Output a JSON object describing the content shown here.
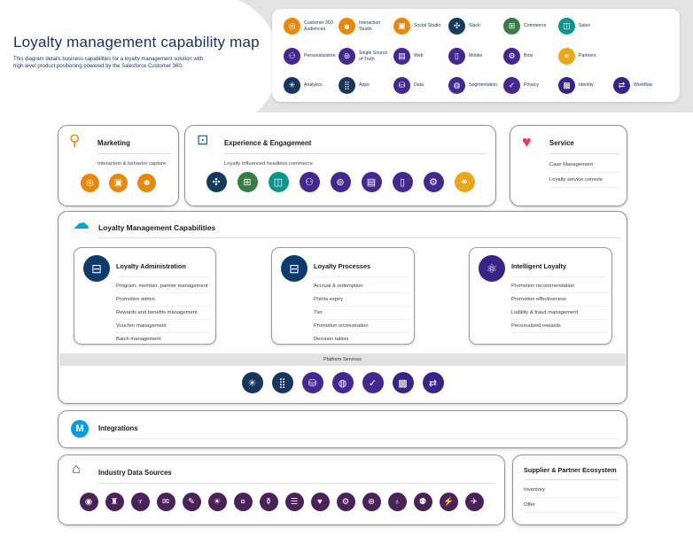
{
  "header": {
    "title": "Loyalty management capability map",
    "subtitle": "This diagram details business capabilities for a loyalty management solution with high-level product positioning powered by the Salesforce Customer 360."
  },
  "icons": {
    "customer-360-audiences": {
      "label": "Customer 360 Audiences",
      "glyph": "◎",
      "color": "#E8870E"
    },
    "interaction-studio": {
      "label": "Interaction Studio",
      "glyph": "☻",
      "color": "#E8870E"
    },
    "social-studio": {
      "label": "Social Studio",
      "glyph": "▣",
      "color": "#E8870E"
    },
    "slack": {
      "label": "Slack",
      "glyph": "✣",
      "color": "#143A5E"
    },
    "commerce": {
      "label": "Commerce",
      "glyph": "⊞",
      "color": "#3A7D44"
    },
    "sales": {
      "label": "Sales",
      "glyph": "◫",
      "color": "#0D948C"
    },
    "personalization": {
      "label": "Personalization",
      "glyph": "⚇",
      "color": "#44278F"
    },
    "single-source-of-truth": {
      "label": "Single Source of Truth",
      "glyph": "⊚",
      "color": "#44278F"
    },
    "web": {
      "label": "Web",
      "glyph": "▤",
      "color": "#44278F"
    },
    "mobile": {
      "label": "Mobile",
      "glyph": "▯",
      "color": "#44278F"
    },
    "bots": {
      "label": "Bots",
      "glyph": "⚙",
      "color": "#44278F"
    },
    "partners": {
      "label": "Partners",
      "glyph": "⚭",
      "color": "#E9A71D"
    },
    "analytics": {
      "label": "Analytics",
      "glyph": "✳",
      "color": "#16355F"
    },
    "apps": {
      "label": "Apps",
      "glyph": "⣿",
      "color": "#16355F"
    },
    "data": {
      "label": "Data",
      "glyph": "⛁",
      "color": "#44278F"
    },
    "segmentation": {
      "label": "Segmentation",
      "glyph": "◍",
      "color": "#44278F"
    },
    "privacy": {
      "label": "Privacy",
      "glyph": "✓",
      "color": "#44278F"
    },
    "identity": {
      "label": "Identity",
      "glyph": "▩",
      "color": "#3A2386"
    },
    "workflow": {
      "label": "Workflow",
      "glyph": "⇄",
      "color": "#3A2386"
    },
    "marketing-search": {
      "label": "Marketing",
      "glyph": "⚲",
      "color": "#E8870E"
    },
    "experience-devices": {
      "label": "Experience & Engagement",
      "glyph": "⊡",
      "color": "#0B5CAB"
    },
    "service-heart": {
      "label": "Service",
      "glyph": "♥",
      "color": "#E8395F"
    },
    "salesforce-cloud": {
      "label": "Salesforce",
      "glyph": "☁",
      "color": "#00A1E0"
    },
    "loyalty-card": {
      "label": "Loyalty",
      "glyph": "⊟",
      "color": "#0E3A6D"
    },
    "einstein": {
      "label": "Einstein intelligence",
      "glyph": "⚛",
      "color": "#3A2386"
    },
    "mulesoft": {
      "label": "MuleSoft",
      "glyph": "M",
      "color": "#009EDB"
    },
    "industry-building": {
      "label": "Industry",
      "glyph": "⌂",
      "color": "#5B2B87"
    },
    "industry-records": {
      "label": "industry source",
      "glyph": "◉",
      "color": "#4A2159"
    },
    "industry-amusement": {
      "label": "industry source",
      "glyph": "♜",
      "color": "#4A2159"
    },
    "industry-broadcast": {
      "label": "industry source",
      "glyph": "♆",
      "color": "#4A2159"
    },
    "industry-news": {
      "label": "industry source",
      "glyph": "✉",
      "color": "#4A2159"
    },
    "industry-education": {
      "label": "industry source",
      "glyph": "✎",
      "color": "#4A2159"
    },
    "industry-insight": {
      "label": "industry source",
      "glyph": "☀",
      "color": "#4A2159"
    },
    "industry-finance": {
      "label": "industry source",
      "glyph": "¤",
      "color": "#4A2159"
    },
    "industry-retail": {
      "label": "industry source",
      "glyph": "⚱",
      "color": "#4A2159"
    },
    "industry-compliance": {
      "label": "industry source",
      "glyph": "☰",
      "color": "#4A2159"
    },
    "industry-health": {
      "label": "industry source",
      "glyph": "♥",
      "color": "#4A2159"
    },
    "industry-manufacturing": {
      "label": "industry source",
      "glyph": "⚙",
      "color": "#4A2159"
    },
    "industry-automotive": {
      "label": "industry source",
      "glyph": "⊛",
      "color": "#4A2159"
    },
    "industry-banking": {
      "label": "industry source",
      "glyph": "♁",
      "color": "#4A2159"
    },
    "industry-travel": {
      "label": "industry source",
      "glyph": "⚉",
      "color": "#4A2159"
    },
    "industry-utilities": {
      "label": "industry source",
      "glyph": "⚡",
      "color": "#4A2159"
    },
    "industry-airline": {
      "label": "industry source",
      "glyph": "✈",
      "color": "#4A2159"
    }
  },
  "legend": {
    "row1": [
      {
        "icon": "customer-360-audiences",
        "label": "Customer 360 Audiences"
      },
      {
        "icon": "interaction-studio",
        "label": "Interaction Studio"
      },
      {
        "icon": "social-studio",
        "label": "Social Studio"
      },
      {
        "icon": "slack",
        "label": "Slack"
      },
      {
        "icon": "commerce",
        "label": "Commerce"
      },
      {
        "icon": "sales",
        "label": "Sales"
      }
    ],
    "row2": [
      {
        "icon": "personalization",
        "label": "Personalization"
      },
      {
        "icon": "single-source-of-truth",
        "label": "Single Source of Truth"
      },
      {
        "icon": "web",
        "label": "Web"
      },
      {
        "icon": "mobile",
        "label": "Mobile"
      },
      {
        "icon": "bots",
        "label": "Bots"
      },
      {
        "icon": "partners",
        "label": "Partners"
      }
    ],
    "row3": [
      {
        "icon": "analytics",
        "label": "Analytics"
      },
      {
        "icon": "apps",
        "label": "Apps"
      },
      {
        "icon": "data",
        "label": "Data"
      },
      {
        "icon": "segmentation",
        "label": "Segmentation"
      },
      {
        "icon": "privacy",
        "label": "Privacy"
      },
      {
        "icon": "identity",
        "label": "Identity"
      },
      {
        "icon": "workflow",
        "label": "Workflow"
      }
    ]
  },
  "sections": {
    "marketing": {
      "title": "Marketing",
      "subtitle": "Interaction & behavior capture",
      "icons": [
        "customer-360-audiences",
        "social-studio",
        "interaction-studio"
      ]
    },
    "experience": {
      "title": "Experience & Engagement",
      "subtitle": "Loyalty influenced headless commerce",
      "icons": [
        "slack",
        "commerce",
        "sales",
        "personalization",
        "single-source-of-truth",
        "web",
        "mobile",
        "bots",
        "partners"
      ]
    },
    "service": {
      "title": "Service",
      "items": [
        "Case Management",
        "Loyalty service console"
      ]
    },
    "loyalty_capabilities": {
      "title": "Loyalty Management Capabilities",
      "administration": {
        "title": "Loyalty Administration",
        "items": [
          "Program, member, partner management",
          "Promotion admin",
          "Rewards and benefits management",
          "Voucher management",
          "Batch management"
        ]
      },
      "processes": {
        "title": "Loyalty Processes",
        "items": [
          "Accrual & redemption",
          "Points expiry",
          "Tier",
          "Promotion orchestration",
          "Decision tables"
        ]
      },
      "intelligent": {
        "title": "Intelligent Loyalty",
        "items": [
          "Promotion recommendation",
          "Promotion effectiveness",
          "Liability & fraud management",
          "Personalized rewards"
        ]
      },
      "platform_band": "Platform Services",
      "platform_icons": [
        "analytics",
        "apps",
        "data",
        "segmentation",
        "privacy",
        "identity",
        "workflow"
      ]
    },
    "integrations": {
      "title": "Integrations"
    },
    "industry": {
      "title": "Industry Data Sources",
      "icons": [
        "industry-records",
        "industry-amusement",
        "industry-broadcast",
        "industry-news",
        "industry-education",
        "industry-insight",
        "industry-finance",
        "industry-retail",
        "industry-compliance",
        "industry-health",
        "industry-manufacturing",
        "industry-automotive",
        "industry-banking",
        "industry-travel",
        "industry-utilities",
        "industry-airline"
      ]
    },
    "supplier": {
      "title": "Supplier & Partner Ecosystem",
      "items": [
        "Inventory",
        "Offer"
      ]
    }
  }
}
